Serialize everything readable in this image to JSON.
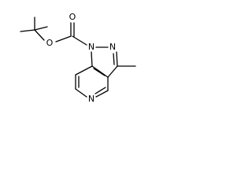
{
  "molecule": {
    "atoms": {
      "carbonyl_oxygen": "O",
      "ester_oxygen": "O",
      "n1": "N",
      "n2": "N",
      "pyridine_n": "N"
    }
  },
  "colors": {
    "bond": "#000000",
    "label": "#000000",
    "background": "#ffffff"
  }
}
